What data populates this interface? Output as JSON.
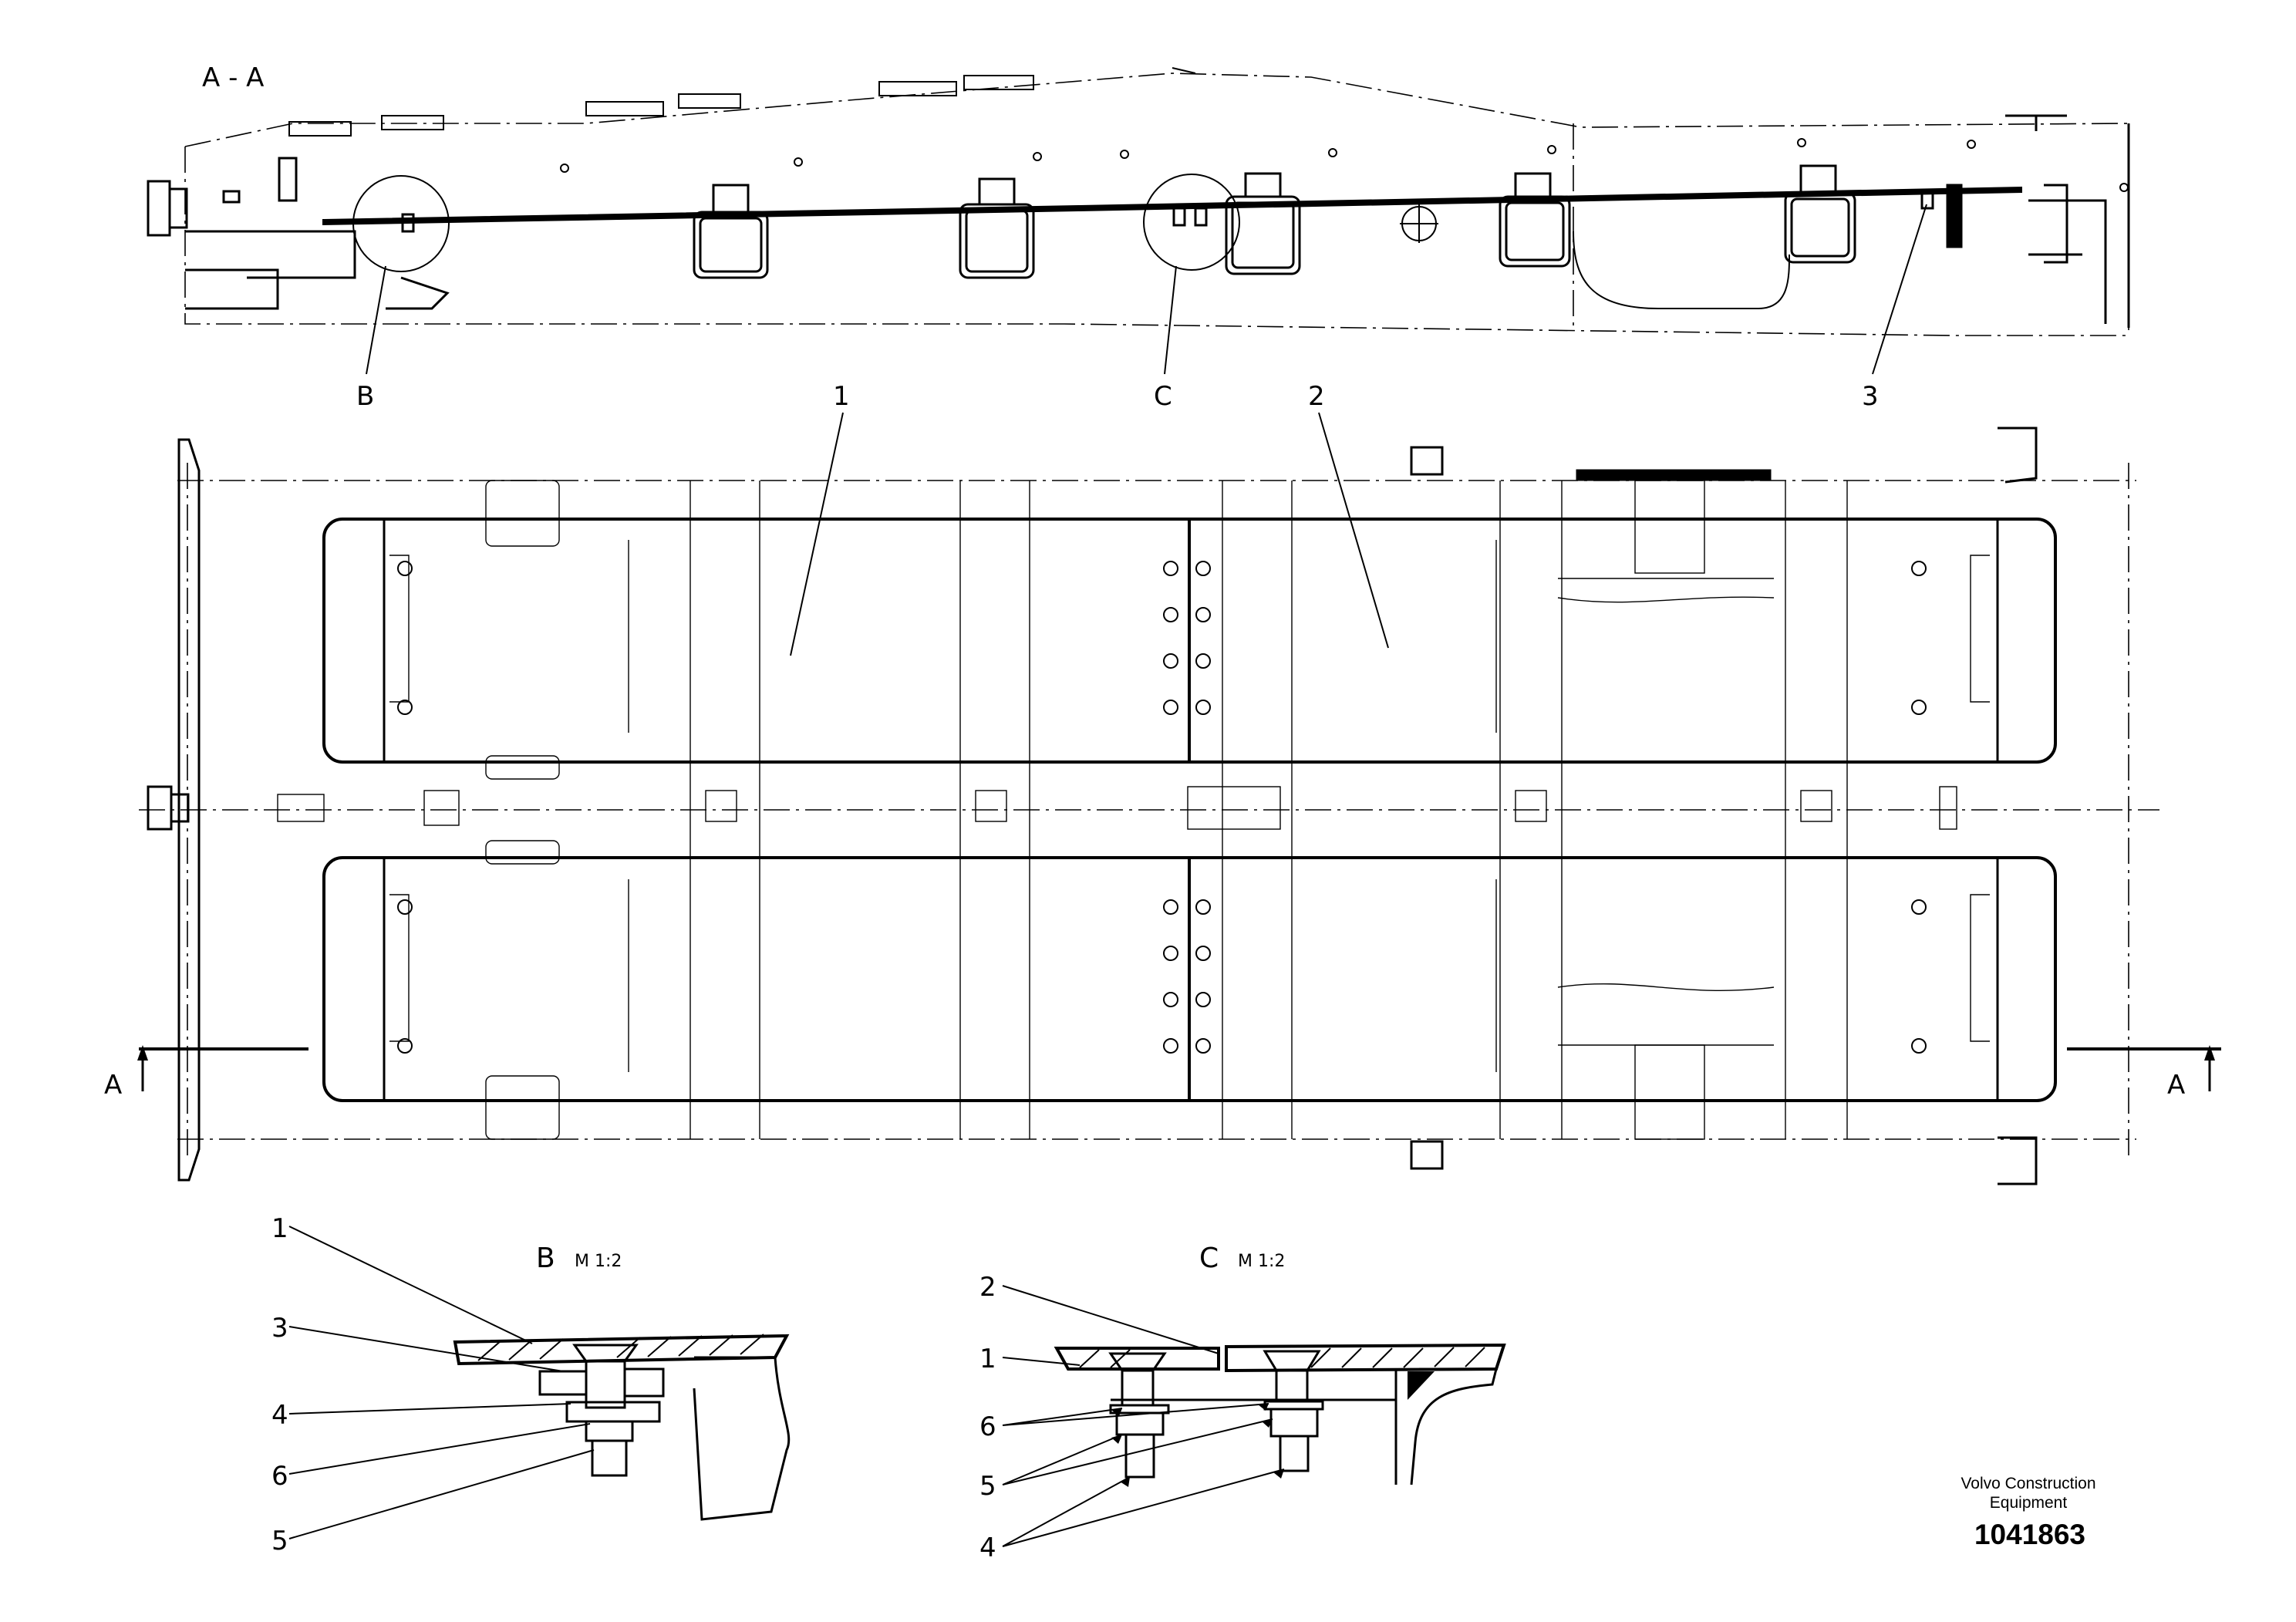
{
  "section_view": {
    "title": "A - A",
    "detail_labels": [
      "B",
      "C",
      "3"
    ]
  },
  "plan_view": {
    "part_labels": [
      "1",
      "2"
    ],
    "section_marker_left": "A",
    "section_marker_right": "A"
  },
  "detail_b": {
    "title": "B",
    "scale": "M 1:2",
    "callouts": [
      "1",
      "3",
      "4",
      "6",
      "5"
    ]
  },
  "detail_c": {
    "title": "C",
    "scale": "M 1:2",
    "callouts": [
      "2",
      "1",
      "6",
      "5",
      "4"
    ]
  },
  "title_block": {
    "company_line1": "Volvo Construction",
    "company_line2": "Equipment",
    "drawing_number": "1041863"
  }
}
